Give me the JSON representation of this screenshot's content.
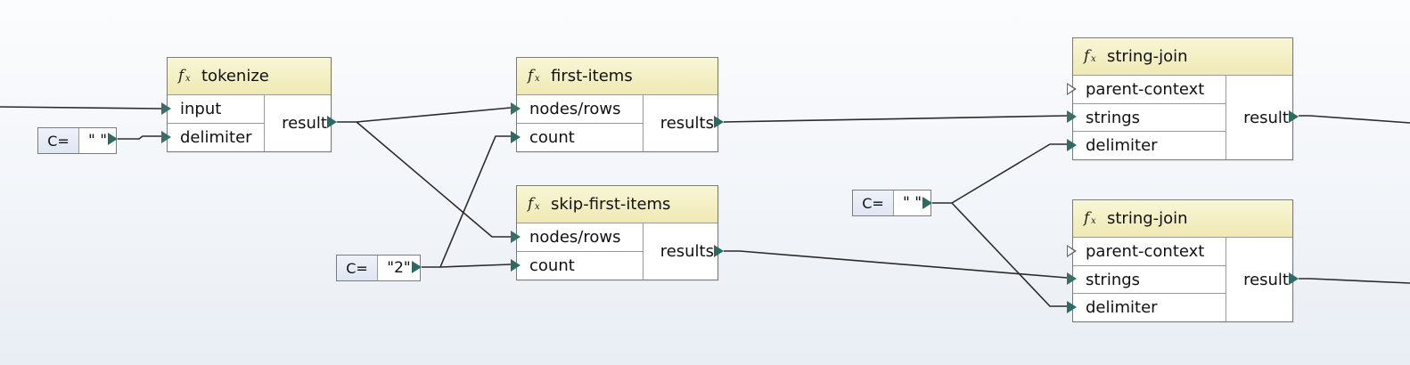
{
  "canvas": {
    "background": "#f2f5f9",
    "wire_color": "#2b2b2b",
    "port_color": "#3a6e66"
  },
  "functions": [
    {
      "id": "tokenize",
      "title": "tokenize",
      "icon": "function-icon",
      "inputs": [
        "input",
        "delimiter"
      ],
      "output": "result"
    },
    {
      "id": "first-items",
      "title": "first-items",
      "icon": "function-icon",
      "inputs": [
        "nodes/rows",
        "count"
      ],
      "output": "results"
    },
    {
      "id": "skip-first-items",
      "title": "skip-first-items",
      "icon": "function-icon",
      "inputs": [
        "nodes/rows",
        "count"
      ],
      "output": "results"
    },
    {
      "id": "string-join-1",
      "title": "string-join",
      "icon": "function-icon",
      "inputs": [
        "parent-context",
        "strings",
        "delimiter"
      ],
      "output": "result"
    },
    {
      "id": "string-join-2",
      "title": "string-join",
      "icon": "function-icon",
      "inputs": [
        "parent-context",
        "strings",
        "delimiter"
      ],
      "output": "result"
    }
  ],
  "constants": [
    {
      "id": "const-space-1",
      "tag": "C=",
      "value": "\" \""
    },
    {
      "id": "const-two",
      "tag": "C=",
      "value": "\"2\""
    },
    {
      "id": "const-space-2",
      "tag": "C=",
      "value": "\" \""
    }
  ]
}
